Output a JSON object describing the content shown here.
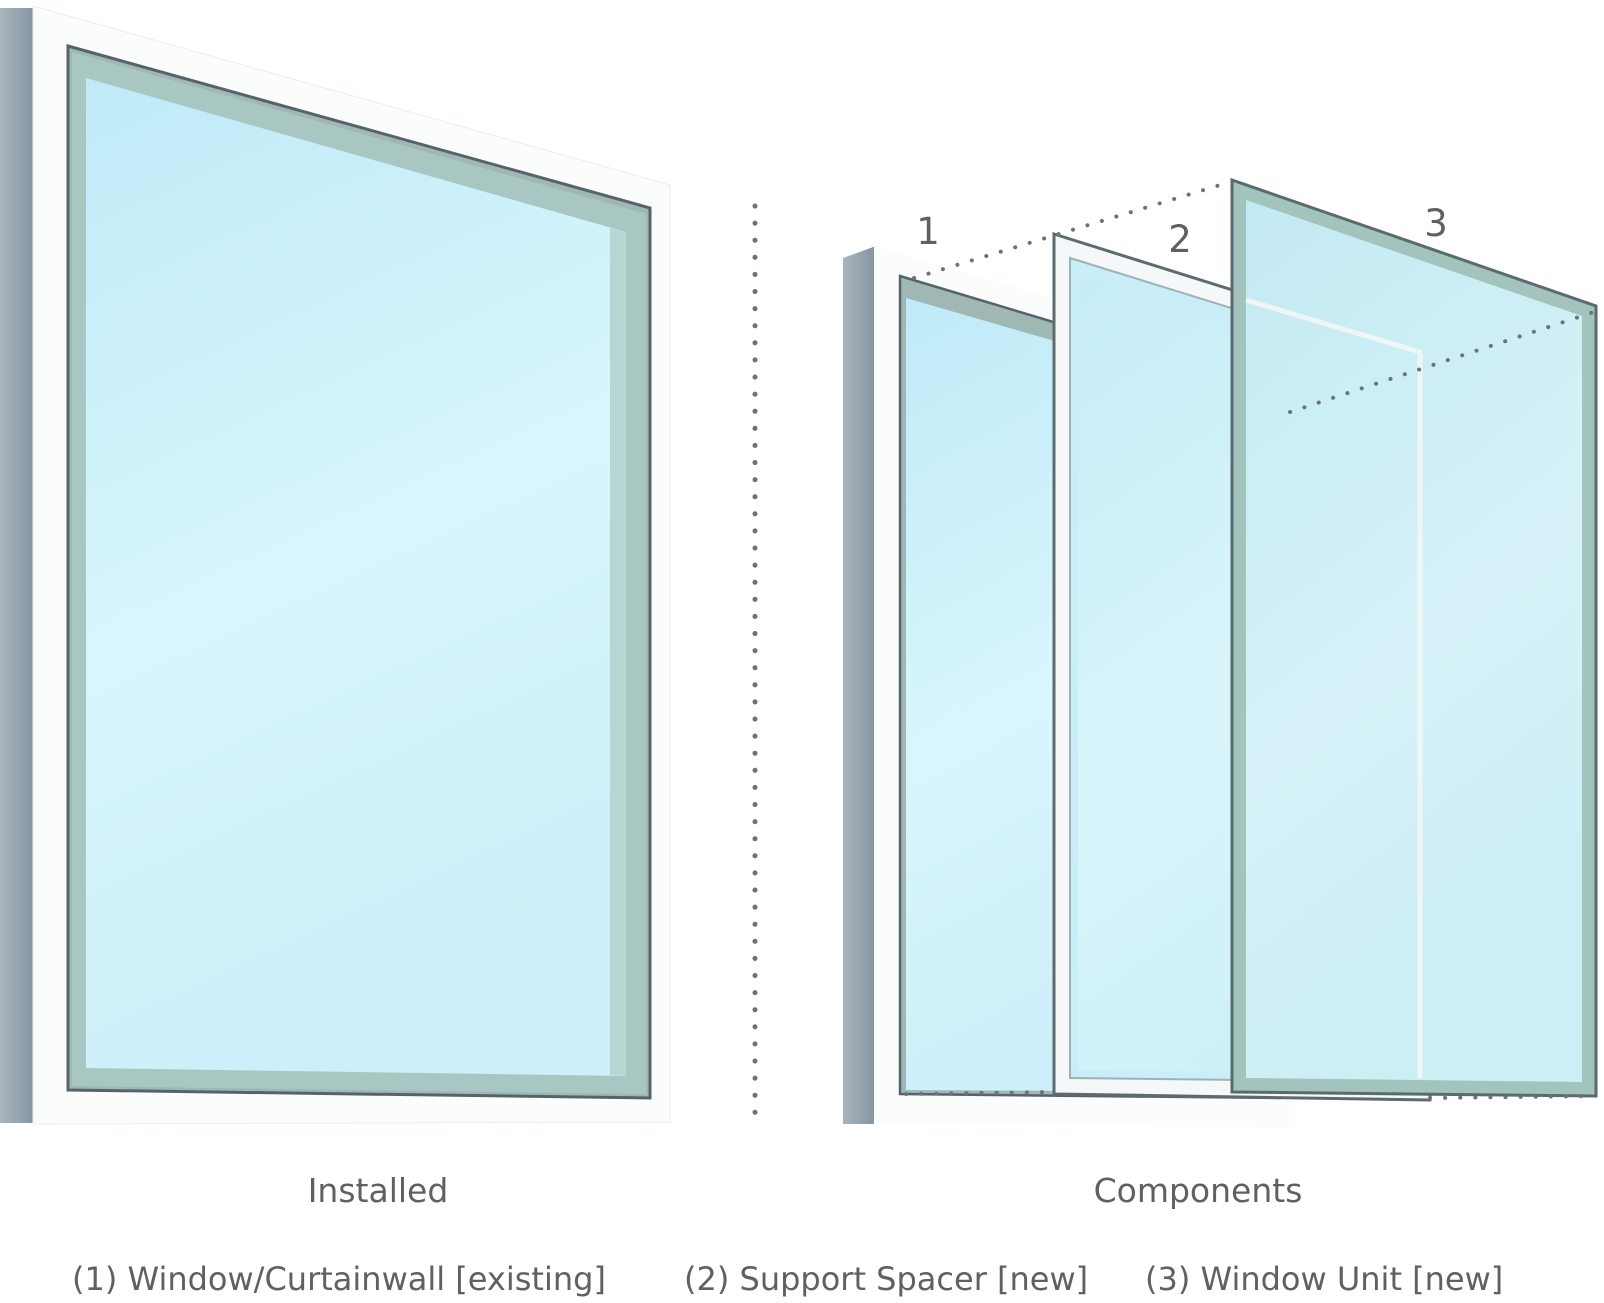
{
  "panels": {
    "installed": {
      "caption": "Installed"
    },
    "components": {
      "caption": "Components"
    }
  },
  "component_numbers": [
    "1",
    "2",
    "3"
  ],
  "legend": {
    "item1": "(1) Window/Curtainwall [existing]",
    "item2": "(2) Support Spacer [new]",
    "item3": "(3) Window Unit [new]"
  },
  "colors": {
    "glass_light": "#d6f6fd",
    "glass_mid": "#bdebf7",
    "frame_white": "#fafcfb",
    "frame_edge": "#8f9ea6",
    "glass_edge": "#8aa8a2",
    "text": "#5f6063",
    "dots": "#7a7d80"
  }
}
